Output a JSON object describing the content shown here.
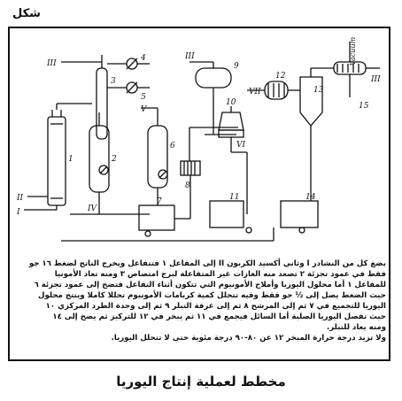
{
  "figure_label": "شكل",
  "diagram": {
    "roman_labels": [
      "I",
      "II",
      "III",
      "IV",
      "V",
      "VI",
      "VII"
    ],
    "unit_numbers": [
      "1",
      "2",
      "3",
      "4",
      "5",
      "6",
      "7",
      "8",
      "9",
      "10",
      "11",
      "12",
      "13",
      "14",
      "15"
    ],
    "vacuum_label": "Vacuum"
  },
  "description": [
    "يضغ كل من النشادر I وثاني أكسيد الكربون II إلى المفاعل ١ فتتفاعل ويخرج الناتج لضغط ١٦ جو",
    "فقط في عمود تجزئة ٢ تصعد منه الغازات غير المتفاعلة لبرج امتصاص ٣ ومنه تعاد الأمونيا",
    "للمفاعل ١ أما محلول اليوريا وأملاح الأمونيوم التي تتكون أثناء التفاعل فتضخ إلى عمود تجزئة ٦",
    "حيث الضغط يصل إلى ½ جو فقط وفيه تتحلل كمية كربامات الأمونيوم تحللا كاملا وينتج محلول",
    "اليوريا للتجميع في ٧ ثم إلى المرشح ٨ ثم إلى غرفة التبلر ٩ ثم إلى وحدة الطرد المركزي ١٠",
    "حيث تفصل اليوريا الصلبة أما السائل فيجمع في ١١ ثم يبخر في ١٢ للتركيز ثم يضخ إلى ١٤",
    "ومنه يعاد للتبلر.",
    "ولا تزيد درجة حرارة المبخر ١٢ عن ٨٠-٩٠ درجة مئوية حتى لا تتحلل اليوريا."
  ],
  "caption": "مخطط لعملية إنتاج اليوريا"
}
